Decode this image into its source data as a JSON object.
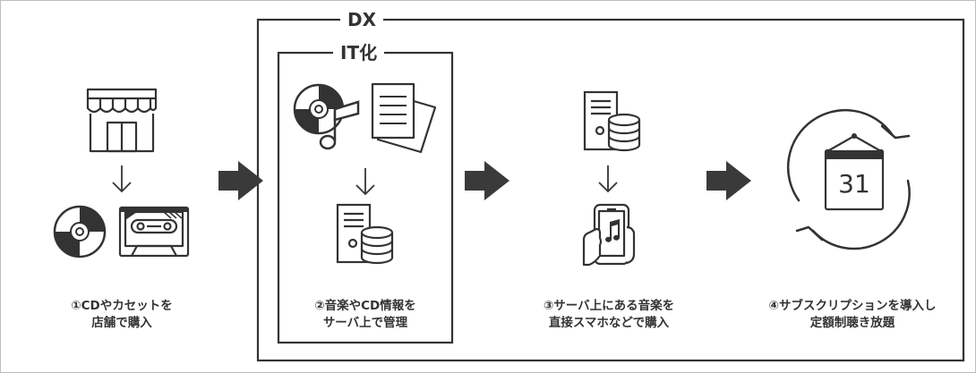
{
  "dx_box": {
    "label": "DX"
  },
  "it_box": {
    "label": "IT化"
  },
  "steps": [
    {
      "caption_line1": "①CDやカセットを",
      "caption_line2": "店舗で購入"
    },
    {
      "caption_line1": "②音楽やCD情報を",
      "caption_line2": "サーバ上で管理"
    },
    {
      "caption_line1": "③サーバ上にある音楽を",
      "caption_line2": "直接スマホなどで購入"
    },
    {
      "caption_line1": "④サブスクリプションを導入し",
      "caption_line2": "定額制聴き放題"
    }
  ],
  "calendar": {
    "day": "31"
  },
  "colors": {
    "icon": "#333333",
    "arrow": "#3a3a3a",
    "border": "#bdbdbd"
  }
}
